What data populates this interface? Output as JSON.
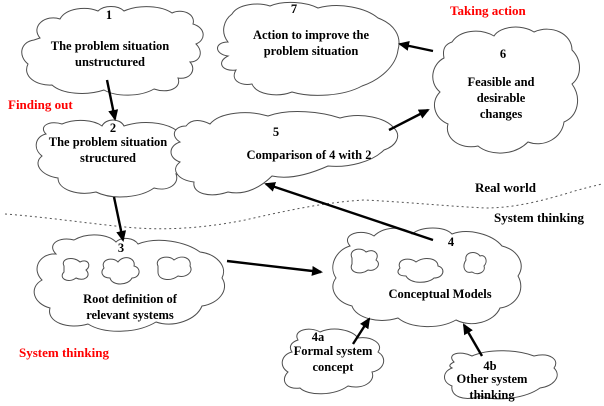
{
  "nodes": {
    "n1": {
      "number": "1",
      "caption": "The problem situation\nunstructured"
    },
    "n2": {
      "number": "2",
      "caption": "The problem situation\nstructured"
    },
    "n3": {
      "number": "3",
      "caption": "Root definition of\nrelevant systems"
    },
    "n4": {
      "number": "4",
      "caption": "Conceptual Models"
    },
    "n4a": {
      "number": "4a",
      "caption": "Formal system\nconcept"
    },
    "n4b": {
      "number": "4b",
      "caption": "Other system\nthinking"
    },
    "n5": {
      "number": "5",
      "caption": "Comparison of 4 with 2"
    },
    "n6": {
      "number": "6",
      "caption": "Feasible and desirable\nchanges"
    },
    "n7": {
      "number": "7",
      "caption": "Action to improve the\nproblem situation"
    }
  },
  "annotations": {
    "finding_out": "Finding out",
    "taking_action": "Taking action",
    "system_thinking_left": "System thinking",
    "real_world": "Real world",
    "system_thinking_right": "System thinking"
  },
  "colors": {
    "annotation_red": "#ff0000",
    "text_black": "#000000",
    "outline_gray": "#4d4d4d",
    "arrow_black": "#000000",
    "background": "#ffffff"
  }
}
